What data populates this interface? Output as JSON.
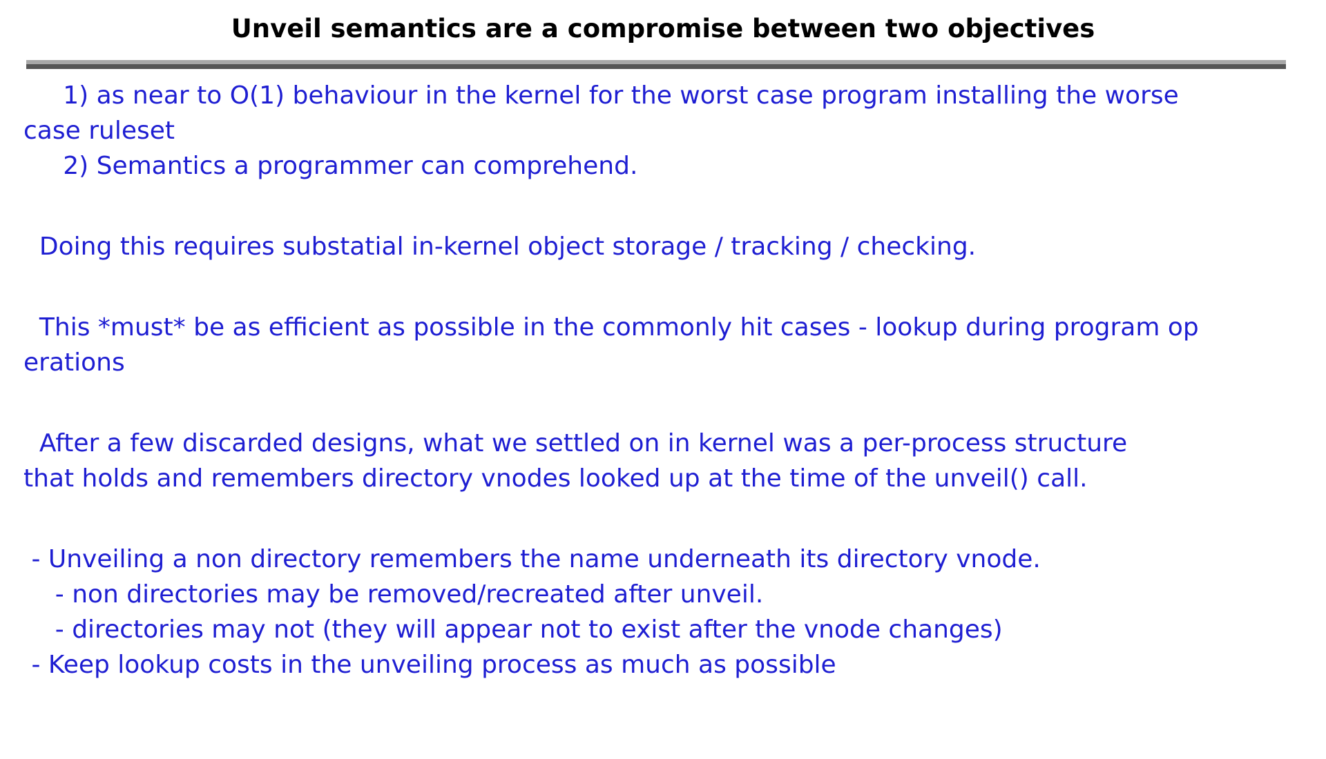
{
  "slide": {
    "title": "Unveil semantics are a compromise between two objectives",
    "title_color": "#000000",
    "body_text_color": "#1e1ed2",
    "divider_colors": {
      "top": "#a8a8a8",
      "bottom": "#565656"
    },
    "background_color": "#ffffff",
    "paragraphs": [
      {
        "lines": [
          "     1) as near to O(1) behaviour in the kernel for the worst case program installing the worse",
          "case ruleset",
          "     2) Semantics a programmer can comprehend."
        ]
      },
      {
        "lines": [
          "  Doing this requires substatial in-kernel object storage / tracking / checking."
        ]
      },
      {
        "lines": [
          "  This *must* be as efficient as possible in the commonly hit cases - lookup during program op",
          "erations"
        ]
      },
      {
        "lines": [
          "  After a few discarded designs, what we settled on in kernel was a per-process structure",
          "that holds and remembers directory vnodes looked up at the time of the unveil() call."
        ]
      },
      {
        "lines": [
          " - Unveiling a non directory remembers the name underneath its directory vnode.",
          "    - non directories may be removed/recreated after unveil.",
          "    - directories may not (they will appear not to exist after the vnode changes)",
          " - Keep lookup costs in the unveiling process as much as possible"
        ]
      }
    ]
  }
}
